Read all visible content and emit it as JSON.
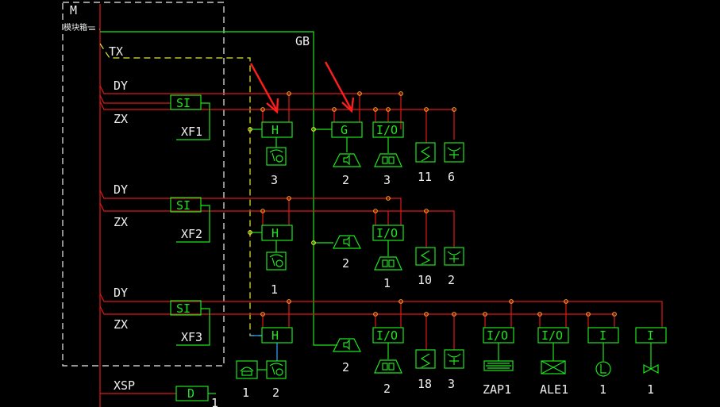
{
  "module_box": {
    "letter": "M",
    "label": "模块箱一"
  },
  "bus_labels": {
    "tx": "TX",
    "gb": "GB",
    "dy1": "DY",
    "zx1": "ZX",
    "dy2": "DY",
    "zx2": "ZX",
    "dy3": "DY",
    "zx3": "ZX",
    "xsp": "XSP"
  },
  "floors": {
    "xf1": "XF1",
    "xf2": "XF2",
    "xf3": "XF3"
  },
  "module_codes": {
    "si": "SI",
    "h": "H",
    "g": "G",
    "io": "I/O",
    "i": "I",
    "d": "D"
  },
  "counts": {
    "r1_h": "3",
    "r1_g": "2",
    "r1_io": "3",
    "r1_s": "11",
    "r1_y": "6",
    "r2_h": "1",
    "r2_g": "2",
    "r2_io": "1",
    "r2_s": "10",
    "r2_y": "2",
    "r3_phone": "1",
    "r3_h": "2",
    "r3_g": "2",
    "r3_io": "2",
    "r3_s": "18",
    "r3_y": "3",
    "r3_zap": "ZAP1",
    "r3_ale": "ALE1",
    "r3_l": "1",
    "r3_valve": "1",
    "xsp_d": "1"
  },
  "colors": {
    "red": "#e01818",
    "green": "#1ee61e",
    "yellow": "#e8e832",
    "white": "#f0f0f0",
    "cyan": "#33aaff",
    "orange": "#f09a2a",
    "arrow": "#ff1d1d"
  }
}
